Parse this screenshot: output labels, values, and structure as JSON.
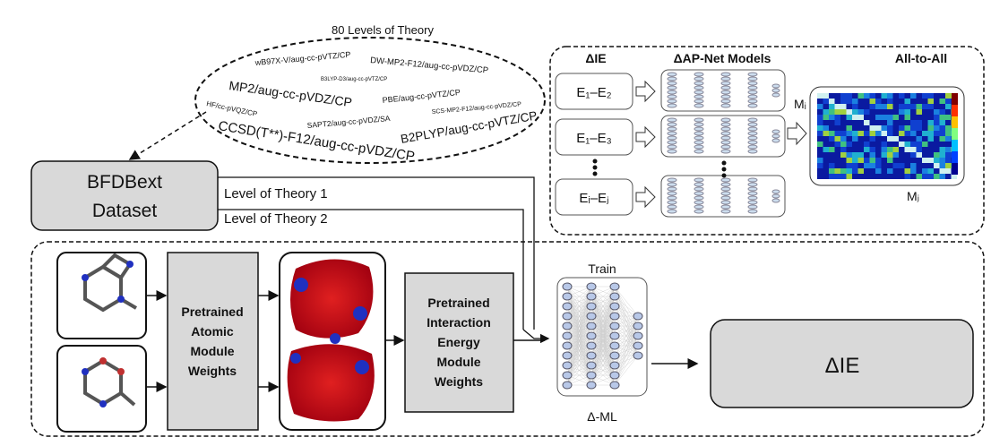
{
  "ellipse": {
    "title": "80 Levels of Theory",
    "methods": [
      "wB97X-V/aug-cc-pVTZ/CP",
      "DW-MP2-F12/aug-cc-pVDZ/CP",
      "B3LYP-D3/aug-cc-pVTZ/CP",
      "MP2/aug-cc-pVDZ/CP",
      "PBE/aug-cc-pVTZ/CP",
      "HF/cc-pVQZ/CP",
      "SCS-MP2-F12/aug-cc-pVDZ/CP",
      "SAPT2/aug-cc-pVDZ/SA",
      "CCSD(T**)-F12/aug-cc-pVDZ/CP",
      "B2PLYP/aug-cc-pVTZ/CP"
    ]
  },
  "dataset": {
    "line1": "BFDBext",
    "line2": "Dataset"
  },
  "levels": {
    "lot1": "Level of Theory 1",
    "lot2": "Level of Theory 2"
  },
  "top_panel": {
    "die_header": "ΔIE",
    "models_header": "ΔAP-Net Models",
    "all_header": "All-to-All",
    "pairs": [
      "E₁–E₂",
      "E₁–E₃",
      "Eᵢ–Eⱼ"
    ],
    "mi": "Mᵢ",
    "mj": "Mⱼ"
  },
  "bottom_panel": {
    "atomic": [
      "Pretrained",
      "Atomic",
      "Module",
      "Weights"
    ],
    "interaction": [
      "Pretrained",
      "Interaction",
      "Energy",
      "Module",
      "Weights"
    ],
    "train": "Train",
    "dml": "Δ-ML",
    "output": "ΔIE"
  },
  "colors": {
    "box_gray": "#d9d9d9",
    "esp_red": "#d0101a",
    "esp_blue": "#2030c0"
  }
}
